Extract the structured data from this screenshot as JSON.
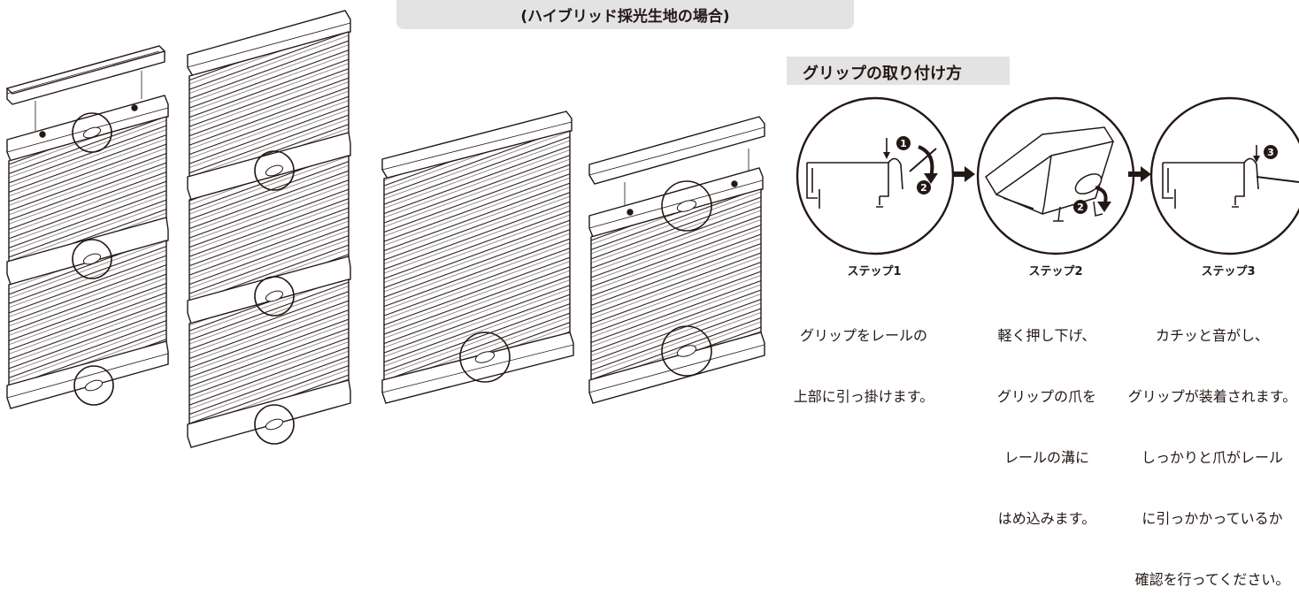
{
  "banner": {
    "text": "(ハイブリッド採光生地の場合)"
  },
  "section": {
    "title": "グリップの取り付け方"
  },
  "steps": [
    {
      "label": "ステップ1",
      "lines": [
        "グリップをレールの",
        "上部に引っ掛けます。"
      ]
    },
    {
      "label": "ステップ2",
      "lines": [
        "軽く押し下げ、",
        "グリップの爪を",
        "レールの溝に",
        "はめ込みます。"
      ]
    },
    {
      "label": "ステップ3",
      "lines": [
        "カチッと音がし、",
        "グリップが装着されます。",
        "しっかりと爪がレール",
        "に引っかかっているか",
        "確認を行ってください。"
      ]
    }
  ],
  "badges": {
    "one": "1",
    "two": "2",
    "three": "3"
  },
  "colors": {
    "line": "#231815",
    "banner_bg": "#e3e3e3"
  },
  "icons": {
    "arrow": "right-arrow-icon",
    "grip": "grip-icon"
  }
}
